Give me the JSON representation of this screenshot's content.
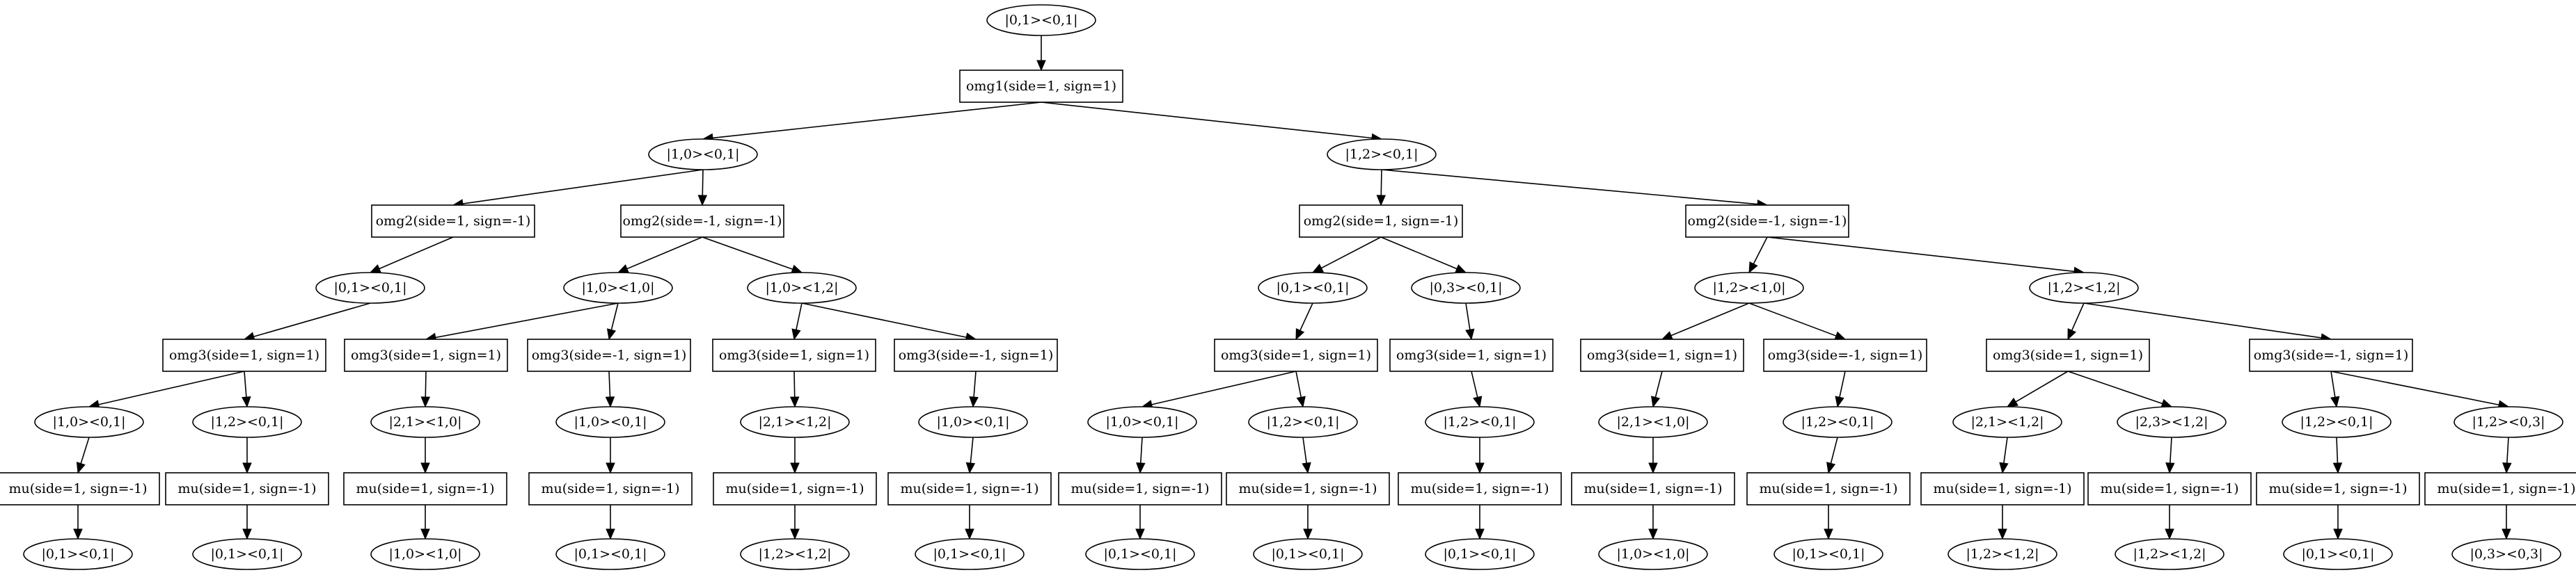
{
  "nodes": [
    {
      "id": "root",
      "kind": "state",
      "label": "|0,1><0,1|"
    },
    {
      "id": "omg1",
      "kind": "op",
      "label": "omg1(side=1, sign=1)"
    },
    {
      "id": "sA",
      "kind": "state",
      "label": "|1,0><0,1|"
    },
    {
      "id": "sB",
      "kind": "state",
      "label": "|1,2><0,1|"
    },
    {
      "id": "o2a",
      "kind": "op",
      "label": "omg2(side=1, sign=-1)"
    },
    {
      "id": "o2b",
      "kind": "op",
      "label": "omg2(side=-1, sign=-1)"
    },
    {
      "id": "o2c",
      "kind": "op",
      "label": "omg2(side=1, sign=-1)"
    },
    {
      "id": "o2d",
      "kind": "op",
      "label": "omg2(side=-1, sign=-1)"
    },
    {
      "id": "s3a",
      "kind": "state",
      "label": "|0,1><0,1|"
    },
    {
      "id": "s3b",
      "kind": "state",
      "label": "|1,0><1,0|"
    },
    {
      "id": "s3c",
      "kind": "state",
      "label": "|1,0><1,2|"
    },
    {
      "id": "s3d",
      "kind": "state",
      "label": "|0,1><0,1|"
    },
    {
      "id": "s3e",
      "kind": "state",
      "label": "|0,3><0,1|"
    },
    {
      "id": "s3f",
      "kind": "state",
      "label": "|1,2><1,0|"
    },
    {
      "id": "s3g",
      "kind": "state",
      "label": "|1,2><1,2|"
    },
    {
      "id": "o3a",
      "kind": "op",
      "label": "omg3(side=1, sign=1)"
    },
    {
      "id": "o3b",
      "kind": "op",
      "label": "omg3(side=1, sign=1)"
    },
    {
      "id": "o3c",
      "kind": "op",
      "label": "omg3(side=-1, sign=1)"
    },
    {
      "id": "o3d",
      "kind": "op",
      "label": "omg3(side=1, sign=1)"
    },
    {
      "id": "o3e",
      "kind": "op",
      "label": "omg3(side=-1, sign=1)"
    },
    {
      "id": "o3f",
      "kind": "op",
      "label": "omg3(side=1, sign=1)"
    },
    {
      "id": "o3g",
      "kind": "op",
      "label": "omg3(side=1, sign=1)"
    },
    {
      "id": "o3h",
      "kind": "op",
      "label": "omg3(side=1, sign=1)"
    },
    {
      "id": "o3i",
      "kind": "op",
      "label": "omg3(side=-1, sign=1)"
    },
    {
      "id": "o3j",
      "kind": "op",
      "label": "omg3(side=1, sign=1)"
    },
    {
      "id": "o3k",
      "kind": "op",
      "label": "omg3(side=-1, sign=1)"
    },
    {
      "id": "s4a",
      "kind": "state",
      "label": "|1,0><0,1|"
    },
    {
      "id": "s4b",
      "kind": "state",
      "label": "|1,2><0,1|"
    },
    {
      "id": "s4c",
      "kind": "state",
      "label": "|2,1><1,0|"
    },
    {
      "id": "s4d",
      "kind": "state",
      "label": "|1,0><0,1|"
    },
    {
      "id": "s4e",
      "kind": "state",
      "label": "|2,1><1,2|"
    },
    {
      "id": "s4f",
      "kind": "state",
      "label": "|1,0><0,1|"
    },
    {
      "id": "s4g",
      "kind": "state",
      "label": "|1,0><0,1|"
    },
    {
      "id": "s4h",
      "kind": "state",
      "label": "|1,2><0,1|"
    },
    {
      "id": "s4i",
      "kind": "state",
      "label": "|1,2><0,1|"
    },
    {
      "id": "s4j",
      "kind": "state",
      "label": "|2,1><1,0|"
    },
    {
      "id": "s4k",
      "kind": "state",
      "label": "|1,2><0,1|"
    },
    {
      "id": "s4l",
      "kind": "state",
      "label": "|2,1><1,2|"
    },
    {
      "id": "s4m",
      "kind": "state",
      "label": "|2,3><1,2|"
    },
    {
      "id": "s4n",
      "kind": "state",
      "label": "|1,2><0,1|"
    },
    {
      "id": "s4o",
      "kind": "state",
      "label": "|1,2><0,3|"
    },
    {
      "id": "mua",
      "kind": "op",
      "label": "mu(side=1, sign=-1)"
    },
    {
      "id": "mub",
      "kind": "op",
      "label": "mu(side=1, sign=-1)"
    },
    {
      "id": "muc",
      "kind": "op",
      "label": "mu(side=1, sign=-1)"
    },
    {
      "id": "mud",
      "kind": "op",
      "label": "mu(side=1, sign=-1)"
    },
    {
      "id": "mue",
      "kind": "op",
      "label": "mu(side=1, sign=-1)"
    },
    {
      "id": "muf",
      "kind": "op",
      "label": "mu(side=1, sign=-1)"
    },
    {
      "id": "mug",
      "kind": "op",
      "label": "mu(side=1, sign=-1)"
    },
    {
      "id": "muh",
      "kind": "op",
      "label": "mu(side=1, sign=-1)"
    },
    {
      "id": "mui",
      "kind": "op",
      "label": "mu(side=1, sign=-1)"
    },
    {
      "id": "muj",
      "kind": "op",
      "label": "mu(side=1, sign=-1)"
    },
    {
      "id": "muk",
      "kind": "op",
      "label": "mu(side=1, sign=-1)"
    },
    {
      "id": "mul",
      "kind": "op",
      "label": "mu(side=1, sign=-1)"
    },
    {
      "id": "mum",
      "kind": "op",
      "label": "mu(side=1, sign=-1)"
    },
    {
      "id": "mun",
      "kind": "op",
      "label": "mu(side=1, sign=-1)"
    },
    {
      "id": "muo",
      "kind": "op",
      "label": "mu(side=1, sign=-1)"
    },
    {
      "id": "fa",
      "kind": "state",
      "label": "|0,1><0,1|"
    },
    {
      "id": "fb",
      "kind": "state",
      "label": "|0,1><0,1|"
    },
    {
      "id": "fc",
      "kind": "state",
      "label": "|1,0><1,0|"
    },
    {
      "id": "fd",
      "kind": "state",
      "label": "|0,1><0,1|"
    },
    {
      "id": "fe",
      "kind": "state",
      "label": "|1,2><1,2|"
    },
    {
      "id": "ff",
      "kind": "state",
      "label": "|0,1><0,1|"
    },
    {
      "id": "fg",
      "kind": "state",
      "label": "|0,1><0,1|"
    },
    {
      "id": "fh",
      "kind": "state",
      "label": "|0,1><0,1|"
    },
    {
      "id": "fi",
      "kind": "state",
      "label": "|0,1><0,1|"
    },
    {
      "id": "fj",
      "kind": "state",
      "label": "|1,0><1,0|"
    },
    {
      "id": "fk",
      "kind": "state",
      "label": "|0,1><0,1|"
    },
    {
      "id": "fl",
      "kind": "state",
      "label": "|1,2><1,2|"
    },
    {
      "id": "fm",
      "kind": "state",
      "label": "|1,2><1,2|"
    },
    {
      "id": "fn",
      "kind": "state",
      "label": "|0,1><0,1|"
    },
    {
      "id": "fo",
      "kind": "state",
      "label": "|0,3><0,3|"
    }
  ],
  "edges": [
    [
      "root",
      "omg1"
    ],
    [
      "omg1",
      "sA"
    ],
    [
      "omg1",
      "sB"
    ],
    [
      "sA",
      "o2a"
    ],
    [
      "sA",
      "o2b"
    ],
    [
      "sB",
      "o2c"
    ],
    [
      "sB",
      "o2d"
    ],
    [
      "o2a",
      "s3a"
    ],
    [
      "o2b",
      "s3b"
    ],
    [
      "o2b",
      "s3c"
    ],
    [
      "o2c",
      "s3d"
    ],
    [
      "o2c",
      "s3e"
    ],
    [
      "o2d",
      "s3f"
    ],
    [
      "o2d",
      "s3g"
    ],
    [
      "s3a",
      "o3a"
    ],
    [
      "s3b",
      "o3b"
    ],
    [
      "s3b",
      "o3c"
    ],
    [
      "s3c",
      "o3d"
    ],
    [
      "s3c",
      "o3e"
    ],
    [
      "s3d",
      "o3f"
    ],
    [
      "s3e",
      "o3g"
    ],
    [
      "s3f",
      "o3h"
    ],
    [
      "s3f",
      "o3i"
    ],
    [
      "s3g",
      "o3j"
    ],
    [
      "s3g",
      "o3k"
    ],
    [
      "o3a",
      "s4a"
    ],
    [
      "o3a",
      "s4b"
    ],
    [
      "o3b",
      "s4c"
    ],
    [
      "o3c",
      "s4d"
    ],
    [
      "o3d",
      "s4e"
    ],
    [
      "o3e",
      "s4f"
    ],
    [
      "o3f",
      "s4g"
    ],
    [
      "o3f",
      "s4h"
    ],
    [
      "o3g",
      "s4i"
    ],
    [
      "o3h",
      "s4j"
    ],
    [
      "o3i",
      "s4k"
    ],
    [
      "o3j",
      "s4l"
    ],
    [
      "o3j",
      "s4m"
    ],
    [
      "o3k",
      "s4n"
    ],
    [
      "o3k",
      "s4o"
    ],
    [
      "s4a",
      "mua"
    ],
    [
      "s4b",
      "mub"
    ],
    [
      "s4c",
      "muc"
    ],
    [
      "s4d",
      "mud"
    ],
    [
      "s4e",
      "mue"
    ],
    [
      "s4f",
      "muf"
    ],
    [
      "s4g",
      "mug"
    ],
    [
      "s4h",
      "muh"
    ],
    [
      "s4i",
      "mui"
    ],
    [
      "s4j",
      "muj"
    ],
    [
      "s4k",
      "muk"
    ],
    [
      "s4l",
      "mul"
    ],
    [
      "s4m",
      "mum"
    ],
    [
      "s4n",
      "mun"
    ],
    [
      "s4o",
      "muo"
    ],
    [
      "mua",
      "fa"
    ],
    [
      "mub",
      "fb"
    ],
    [
      "muc",
      "fc"
    ],
    [
      "mud",
      "fd"
    ],
    [
      "mue",
      "fe"
    ],
    [
      "muf",
      "ff"
    ],
    [
      "mug",
      "fg"
    ],
    [
      "muh",
      "fh"
    ],
    [
      "mui",
      "fi"
    ],
    [
      "muj",
      "fj"
    ],
    [
      "muk",
      "fk"
    ],
    [
      "mul",
      "fl"
    ],
    [
      "mum",
      "fm"
    ],
    [
      "mun",
      "fn"
    ],
    [
      "muo",
      "fo"
    ]
  ]
}
